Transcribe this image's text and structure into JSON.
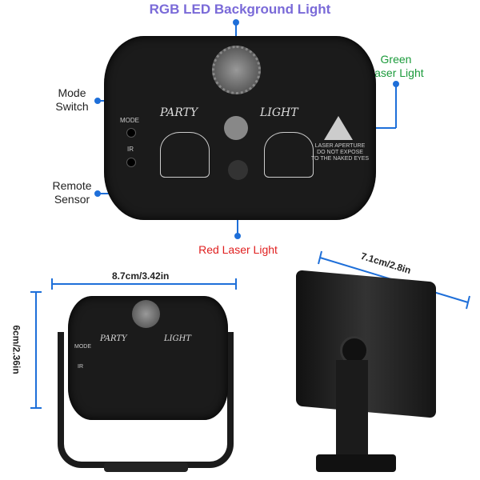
{
  "title": "RGB LED Background Light",
  "labels": {
    "mode_switch": "Mode\nSwitch",
    "remote_sensor": "Remote\nSensor",
    "green_laser": "Green\nLaser Light",
    "red_laser": "Red Laser Light"
  },
  "device_print": {
    "party": "PARTY",
    "light": "LIGHT",
    "mode": "MODE",
    "ir": "IR",
    "warning": "LASER APERTURE\nDO NOT EXPOSE\nTO THE NAKED EYES"
  },
  "dimensions": {
    "width": "8.7cm/3.42in",
    "height": "6cm/2.36in",
    "depth": "7.1cm/2.8in"
  },
  "colors": {
    "line": "#1e6fd9",
    "red_label": "#e02020",
    "green_label": "#1a9a3a"
  }
}
